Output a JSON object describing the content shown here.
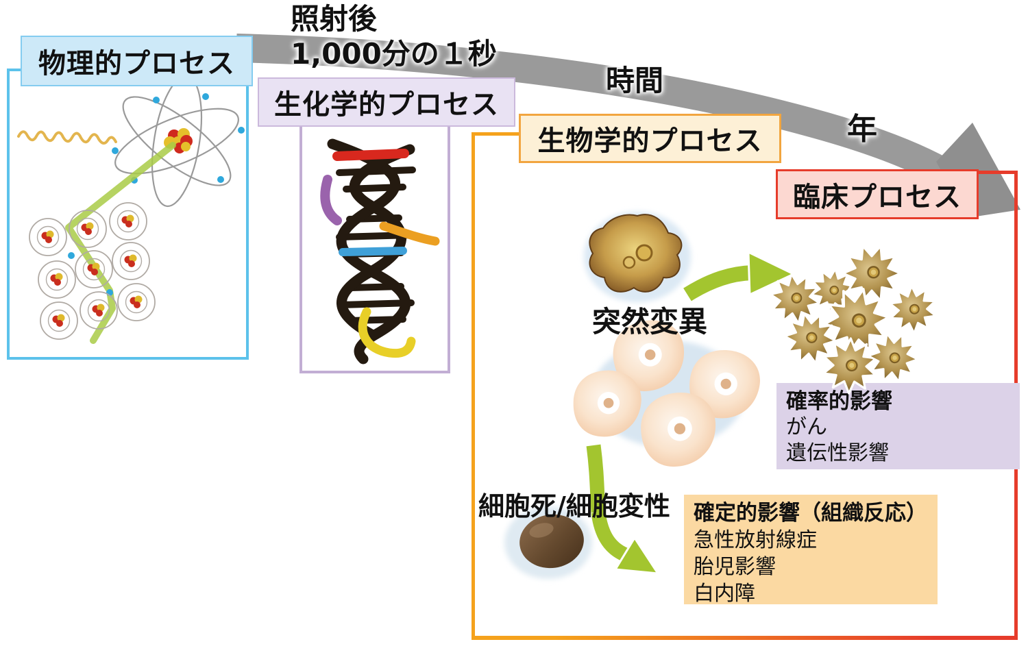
{
  "stages": {
    "physical": {
      "label": "物理的プロセス"
    },
    "biochemical": {
      "label": "生化学的プロセス"
    },
    "biological": {
      "label": "生物学的プロセス"
    },
    "clinical": {
      "label": "臨床プロセス"
    }
  },
  "timeline": {
    "post_irradiation_line1": "照射後",
    "post_irradiation_line2": "1,000分の１秒",
    "time_label": "時間",
    "year_label": "年"
  },
  "annotations": {
    "mutation": "突然変異",
    "cell_death": "細胞死/細胞変性"
  },
  "effects": {
    "stochastic": {
      "title": "確率的影響",
      "items": [
        "がん",
        "遺伝性影響"
      ]
    },
    "deterministic": {
      "title": "確定的影響（組織反応）",
      "items": [
        "急性放射線症",
        "胎児影響",
        "白内障"
      ]
    }
  },
  "icons": {
    "time_arrow": "time-arrow-icon",
    "photon_wave": "photon-wave-icon",
    "atom": "atom-icon",
    "atom_grid": "atom-grid-icon",
    "particle_track": "particle-track-icon",
    "dna": "dna-icon",
    "mutated_cell": "mutated-cell-icon",
    "cancer_cell_cluster": "cancer-cell-cluster-icon",
    "normal_cells": "normal-cells-icon",
    "dead_cell": "dead-cell-icon",
    "mutation_arrow": "green-arrow-right-icon",
    "cell_death_arrow": "green-arrow-down-icon"
  },
  "colors": {
    "physical_bg": "#cde9f8",
    "physical_border": "#5cc2eb",
    "biochemical_bg": "#e9e2f3",
    "biochemical_border": "#c2aed4",
    "biological_bg": "#fdf0d6",
    "biological_border": "#f5a21c",
    "clinical_bg": "#fcd8d1",
    "clinical_border": "#e63c2b",
    "stochastic_bg": "#dcd2e8",
    "deterministic_bg": "#fbd9a2",
    "time_arrow": "#9a9a9a",
    "green_arrow": "#a3c52f"
  }
}
